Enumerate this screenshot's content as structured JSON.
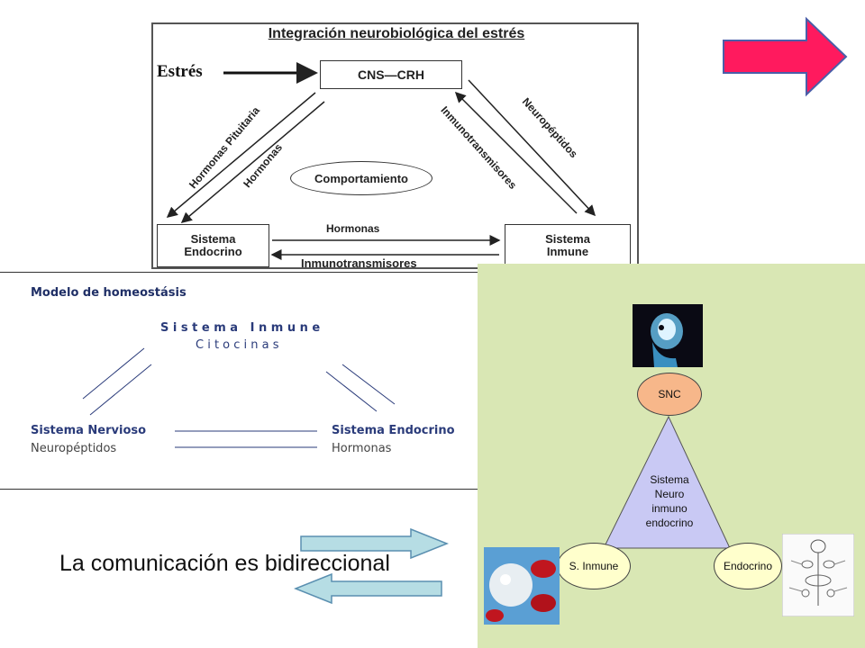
{
  "stress_diagram": {
    "title": "Integración neurobiológica del estrés",
    "stress_label": "Estrés",
    "cns_box": "CNS—CRH",
    "endocrine_box": "Sistema\nEndocrino",
    "immune_box": "Sistema\nInmune",
    "behavior_oval": "Comportamiento",
    "left_outer_label": "Hormonas Pituitaria",
    "left_inner_label": "Hormonas",
    "right_inner_label": "Inmunotransmisores",
    "right_outer_label": "Neuropéptidos",
    "bottom_top_label": "Hormonas",
    "bottom_bottom_label": "Inmunotransmisores"
  },
  "homeostasis": {
    "title": "Modelo de homeostásis",
    "immune_title": "S i s t e m a   I n m u n e",
    "immune_sub": "C i t o c i n a s",
    "nervous_title": "Sistema Nervioso",
    "nervous_sub": "Neuropéptidos",
    "endocrine_title": "Sistema Endocrino",
    "endocrine_sub": "Hormonas"
  },
  "bidirectional": {
    "text": "La comunicación es bidireccional"
  },
  "neuro_immune": {
    "snc": "SNC",
    "immune": "S. Inmune",
    "endocrine": "Endocrino",
    "center_label": "Sistema\nNeuro\ninmuno\nendocrino"
  },
  "colors": {
    "pink_arrow": "#ff1a5e",
    "teal_arrow": "#b6dde4",
    "green_panel": "#d9e7b4",
    "triangle": "#c9c9f4",
    "snc_oval": "#f7b78a",
    "side_oval": "#ffffcc",
    "homeostasis_blue": "#2a3b7a"
  },
  "icons": {
    "head": "brain-xray-icon",
    "cells": "blood-cells-icon",
    "glands": "endocrine-glands-icon"
  }
}
